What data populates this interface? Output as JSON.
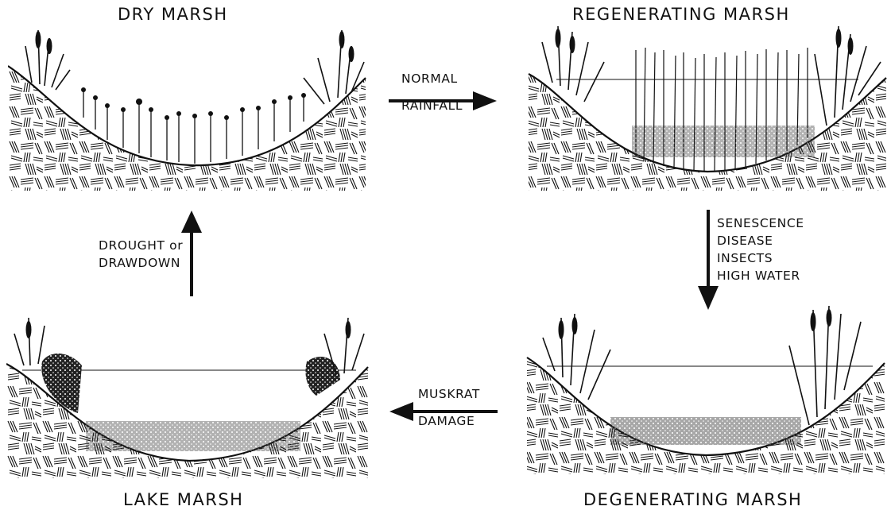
{
  "stages": {
    "dry": {
      "title": "DRY MARSH"
    },
    "regenerating": {
      "title": "REGENERATING MARSH"
    },
    "degenerating": {
      "title": "DEGENERATING MARSH"
    },
    "lake": {
      "title": "LAKE MARSH"
    }
  },
  "transitions": {
    "dry_to_regenerating": [
      "NORMAL",
      "RAINFALL"
    ],
    "regenerating_to_degenerating": [
      "SENESCENCE",
      "DISEASE",
      "INSECTS",
      "HIGH WATER"
    ],
    "degenerating_to_lake": [
      "MUSKRAT",
      "DAMAGE"
    ],
    "lake_to_dry": [
      "DROUGHT or",
      "DRAWDOWN"
    ]
  },
  "colors": {
    "ink": "#111111",
    "background": "#ffffff"
  }
}
